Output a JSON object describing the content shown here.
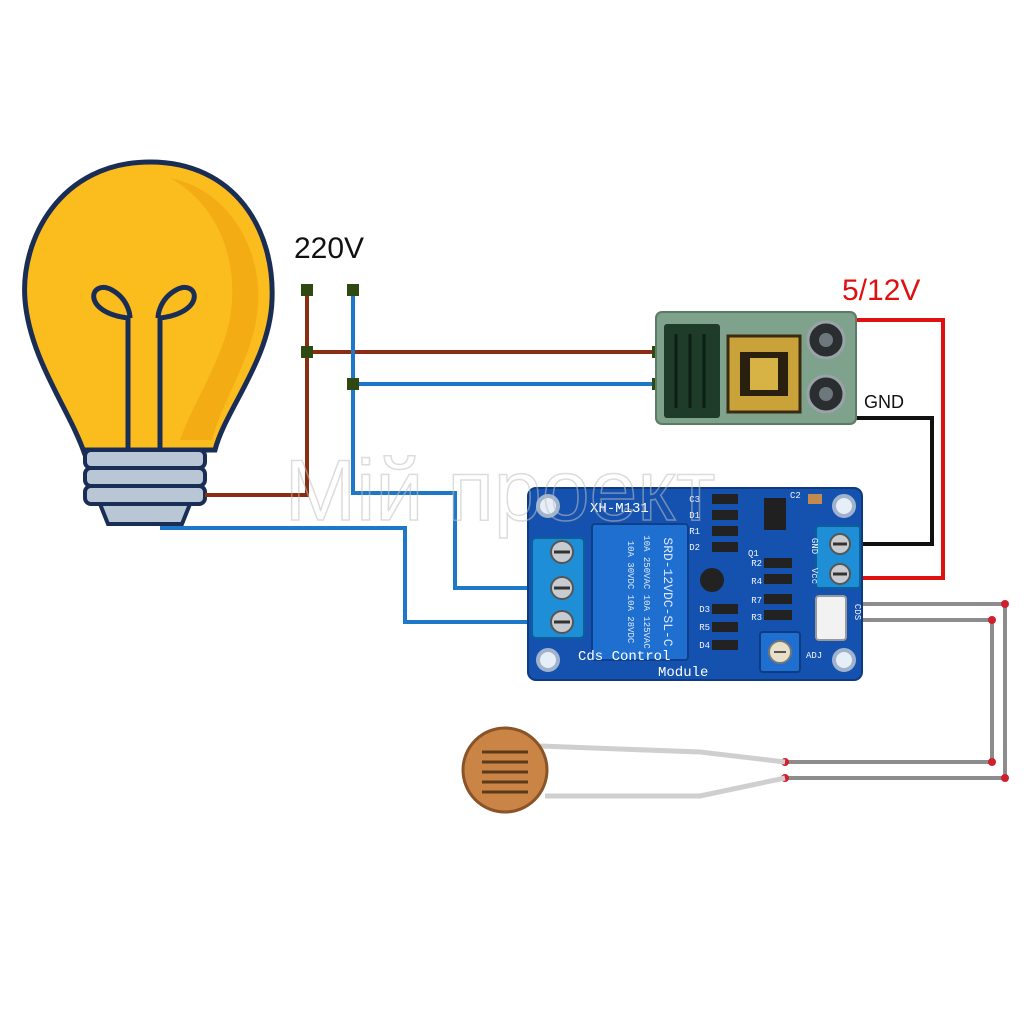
{
  "labels": {
    "mains_voltage": "220V",
    "dc_voltage": "5/12V",
    "ground": "GND"
  },
  "module": {
    "model": "XH-M131",
    "name_line1": "Cds Control",
    "name_line2": "Module",
    "relay_line1": "SRD-12VDC-SL-C",
    "relay_line2": "10A 250VAC  10A 125VAC",
    "relay_line3": "10A  30VDC  10A  28VDC",
    "pin_gnd": "GND",
    "pin_vcc": "Vcc",
    "pin_cds": "CDS",
    "pot_label": "ADJ",
    "components": [
      "C3",
      "D1",
      "R1",
      "D2",
      "Q1",
      "C2",
      "R2",
      "R4",
      "R7",
      "R3",
      "D3",
      "R5",
      "D4"
    ]
  },
  "watermark": "Мій проект",
  "colors": {
    "live_wire": "#8b2d12",
    "neutral_wire": "#1e78c8",
    "dc_positive": "#e01010",
    "dc_ground": "#111111",
    "sensor_wire": "#8c8c8c",
    "bulb_glass": "#fbbd1e",
    "pcb_blue": "#1552b0",
    "terminal_blue": "#1e8fd6"
  },
  "icons": [
    "light-bulb-icon",
    "power-supply-module",
    "relay-module",
    "photoresistor-icon"
  ]
}
